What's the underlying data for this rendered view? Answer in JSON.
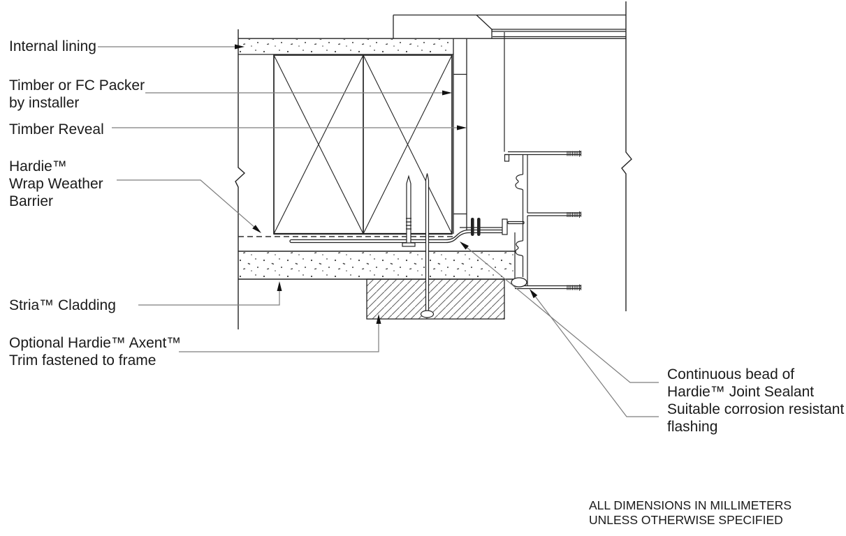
{
  "drawing": {
    "type": "construction-detail-section",
    "subject": "Cladding window head junction detail",
    "colors": {
      "background": "#ffffff",
      "line": "#232323",
      "leader": "#7d7d7d",
      "arrow": "#111111",
      "text": "#1a1a1a"
    }
  },
  "annotations": {
    "internal_lining": {
      "lines": [
        "Internal lining"
      ]
    },
    "timber_packer": {
      "lines": [
        "Timber or FC Packer",
        "by installer"
      ]
    },
    "timber_reveal": {
      "lines": [
        "Timber Reveal"
      ]
    },
    "hardie_wrap": {
      "lines": [
        "Hardie™",
        "Wrap Weather",
        "Barrier"
      ]
    },
    "stria_cladding": {
      "lines": [
        "Stria™ Cladding"
      ]
    },
    "axent_trim": {
      "lines": [
        "Optional Hardie™ Axent™",
        "Trim fastened to frame"
      ]
    },
    "joint_sealant": {
      "lines": [
        "Continuous bead of",
        "Hardie™ Joint Sealant"
      ]
    },
    "flashing": {
      "lines": [
        "Suitable corrosion resistant",
        "flashing"
      ]
    }
  },
  "footnote": {
    "lines": [
      "ALL DIMENSIONS IN MILLIMETERS",
      "UNLESS OTHERWISE SPECIFIED"
    ]
  }
}
